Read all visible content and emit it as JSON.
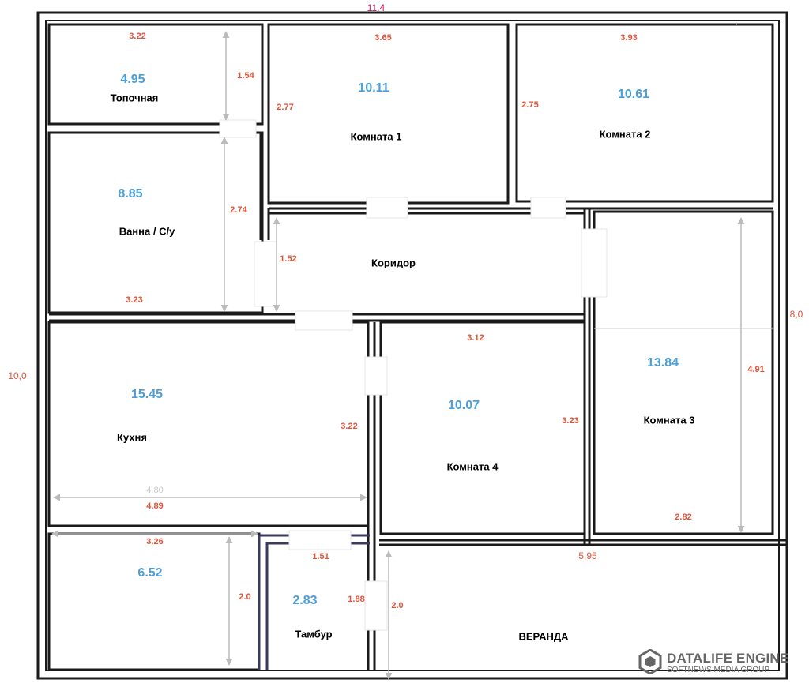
{
  "colors": {
    "wall": "#1a1a1a",
    "wall_inner": "#bfbfbf",
    "tambur_wall": "#3a3a5c",
    "area_text": "#4a9fd8",
    "dimension_text": "#e0553a",
    "overall_dimension_text": "#e0553a",
    "top_dimension_text": "#c0185a",
    "arrow": "#bbbbbb",
    "logo_text": "#666666"
  },
  "overall": {
    "width": "11.4",
    "height_left": "10,0",
    "height_right": "8,0",
    "bottom_width": "5,95"
  },
  "rooms": {
    "topochnaya": {
      "name": "Топочная",
      "area": "4.95",
      "width": "3.22",
      "height": "1.54"
    },
    "komnata1": {
      "name": "Комната 1",
      "area": "10.11",
      "width": "3.65",
      "height": "2.77"
    },
    "komnata2": {
      "name": "Комната 2",
      "area": "10.61",
      "width": "3.93",
      "height": "2.75"
    },
    "vanna": {
      "name": "Ванна / С/у",
      "area": "8.85",
      "width": "3.23",
      "height": "2.74"
    },
    "koridor": {
      "name": "Коридор",
      "height": "1.52"
    },
    "kuhnya": {
      "name": "Кухня",
      "area": "15.45",
      "width": "4.89",
      "height": "3.22",
      "faded_label": "4.80"
    },
    "komnata4": {
      "name": "Комната 4",
      "area": "10.07",
      "width": "3.12",
      "height": "3.23"
    },
    "komnata3": {
      "name": "Комната 3",
      "area": "13.84",
      "width": "2.82",
      "height": "4.91"
    },
    "room_652": {
      "area": "6.52",
      "width": "3.26",
      "height": "2.0"
    },
    "tambur": {
      "name": "Тамбур",
      "area": "2.83",
      "width": "1.51",
      "height": "1.88"
    },
    "veranda": {
      "name": "ВЕРАНДА",
      "height": "2.0"
    }
  },
  "watermark": {
    "title": "DATALIFE ENGINE",
    "subtitle": "SOFTNEWS MEDIA GROUP",
    "icon": "datalife-logo-icon"
  }
}
